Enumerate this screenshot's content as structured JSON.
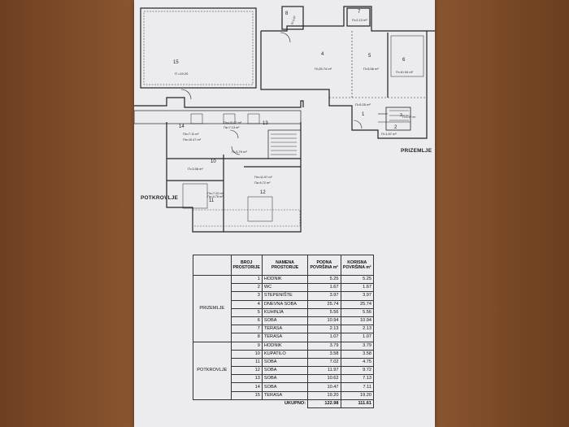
{
  "plan": {
    "labels": {
      "potkrovlje": "POTKROVLJE",
      "prizemlje": "PRIZEMLJE"
    },
    "rooms": {
      "r15": {
        "no": "15",
        "area": "П =19.20"
      },
      "r4": {
        "no": "4",
        "area": "П=25.74 m²"
      },
      "r5": {
        "no": "5",
        "area": "П=5.56 m²"
      },
      "r6": {
        "no": "6",
        "area": "П=10.94 m²"
      },
      "r7": {
        "no": "7",
        "area": "П=2.13 m²"
      },
      "r8": {
        "no": "8",
        "area": "П=1.07"
      },
      "r1": {
        "no": "1",
        "area": "П=5.25 m²"
      },
      "r2": {
        "no": "2",
        "area": "П=1.67 m²"
      },
      "r3": {
        "no": "3",
        "area": "П=3.97 m²"
      },
      "r14": {
        "no": "14",
        "area1": "Пn=7.11 m²",
        "area2": "Пп=10.47 m²"
      },
      "r13": {
        "no": "13",
        "area1": "Пn=10.62 m²",
        "area2": "Пк=7.13 m²"
      },
      "r9": {
        "no": "9",
        "area": "П=3.79 m²"
      },
      "r10": {
        "no": "10",
        "area": "П=3.58 m²"
      },
      "r11": {
        "no": "11",
        "area1": "Пn=7.02 m²",
        "area2": "Пк=4.75 m²"
      },
      "r12": {
        "no": "12",
        "area1": "Пn=11.97 m²",
        "area2": "Пк=9.72 m²"
      }
    }
  },
  "table": {
    "headers": {
      "broj": "BROJ PROSTORIJE",
      "namena": "NAMENA PROSTORIJE",
      "podna": "PODNA POVRŠINA m²",
      "korisna": "KORISNA POVRŠINA m²"
    },
    "groups": {
      "prizemlje": "PRIZEMLJE",
      "potkrovlje": "POTKROVLJE"
    },
    "rows": [
      {
        "no": "1",
        "name": "HODNIK",
        "podna": "5.25",
        "korisna": "5.25"
      },
      {
        "no": "2",
        "name": "WC",
        "podna": "1.67",
        "korisna": "1.67"
      },
      {
        "no": "3",
        "name": "STEPENIŠTE",
        "podna": "3.97",
        "korisna": "3.97"
      },
      {
        "no": "4",
        "name": "DNEVNA SOBA",
        "podna": "25.74",
        "korisna": "25.74"
      },
      {
        "no": "5",
        "name": "KUHINJA",
        "podna": "5.56",
        "korisna": "5.56"
      },
      {
        "no": "6",
        "name": "SOBA",
        "podna": "10.94",
        "korisna": "10.94"
      },
      {
        "no": "7",
        "name": "TERASA",
        "podna": "2.13",
        "korisna": "2.13"
      },
      {
        "no": "8",
        "name": "TERASA",
        "podna": "1.07",
        "korisna": "1.07"
      },
      {
        "no": "9",
        "name": "HODNIK",
        "podna": "3.79",
        "korisna": "3.79"
      },
      {
        "no": "10",
        "name": "KUPATILO",
        "podna": "3.58",
        "korisna": "3.58"
      },
      {
        "no": "11",
        "name": "SOBA",
        "podna": "7.02",
        "korisna": "4.75"
      },
      {
        "no": "12",
        "name": "SOBA",
        "podna": "11.97",
        "korisna": "9.72"
      },
      {
        "no": "13",
        "name": "SOBA",
        "podna": "10.62",
        "korisna": "7.13"
      },
      {
        "no": "14",
        "name": "SOBA",
        "podna": "10.47",
        "korisna": "7.11"
      },
      {
        "no": "15",
        "name": "TERASA",
        "podna": "19.20",
        "korisna": "19.20"
      }
    ],
    "total": {
      "label": "UKUPNO:",
      "podna": "122.98",
      "korisna": "111.61"
    }
  }
}
